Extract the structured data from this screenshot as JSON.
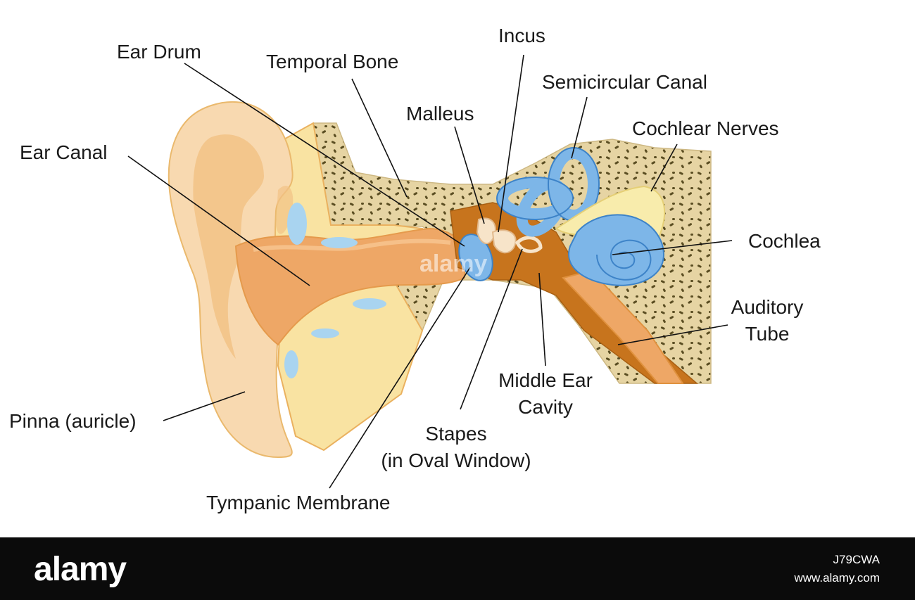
{
  "labels": {
    "ear_drum": "Ear Drum",
    "temporal_bone": "Temporal Bone",
    "incus": "Incus",
    "semicircular_canal": "Semicircular Canal",
    "malleus": "Malleus",
    "cochlear_nerves": "Cochlear Nerves",
    "ear_canal": "Ear Canal",
    "cochlea": "Cochlea",
    "auditory_tube_line1": "Auditory",
    "auditory_tube_line2": "Tube",
    "middle_ear_line1": "Middle Ear",
    "middle_ear_line2": "Cavity",
    "stapes_line1": "Stapes",
    "stapes_line2": "(in Oval Window)",
    "pinna": "Pinna (auricle)",
    "tympanic_membrane": "Tympanic Membrane"
  },
  "watermark": {
    "logo": "alamy",
    "image_id": "J79CWA",
    "url": "www.alamy.com"
  },
  "colors": {
    "skin": "#f8d9b0",
    "skin_dark": "#f0b880",
    "canal": "#eea766",
    "cartilage": "#f9e3a2",
    "bone": "#e6d4a3",
    "bone_speckle": "#5a4d22",
    "cavity": "#c7741d",
    "inner_ear": "#7db6e8",
    "inner_ear_outline": "#3d83c8",
    "nerve": "#f8ecac",
    "ossicle": "#f7e4c9"
  }
}
